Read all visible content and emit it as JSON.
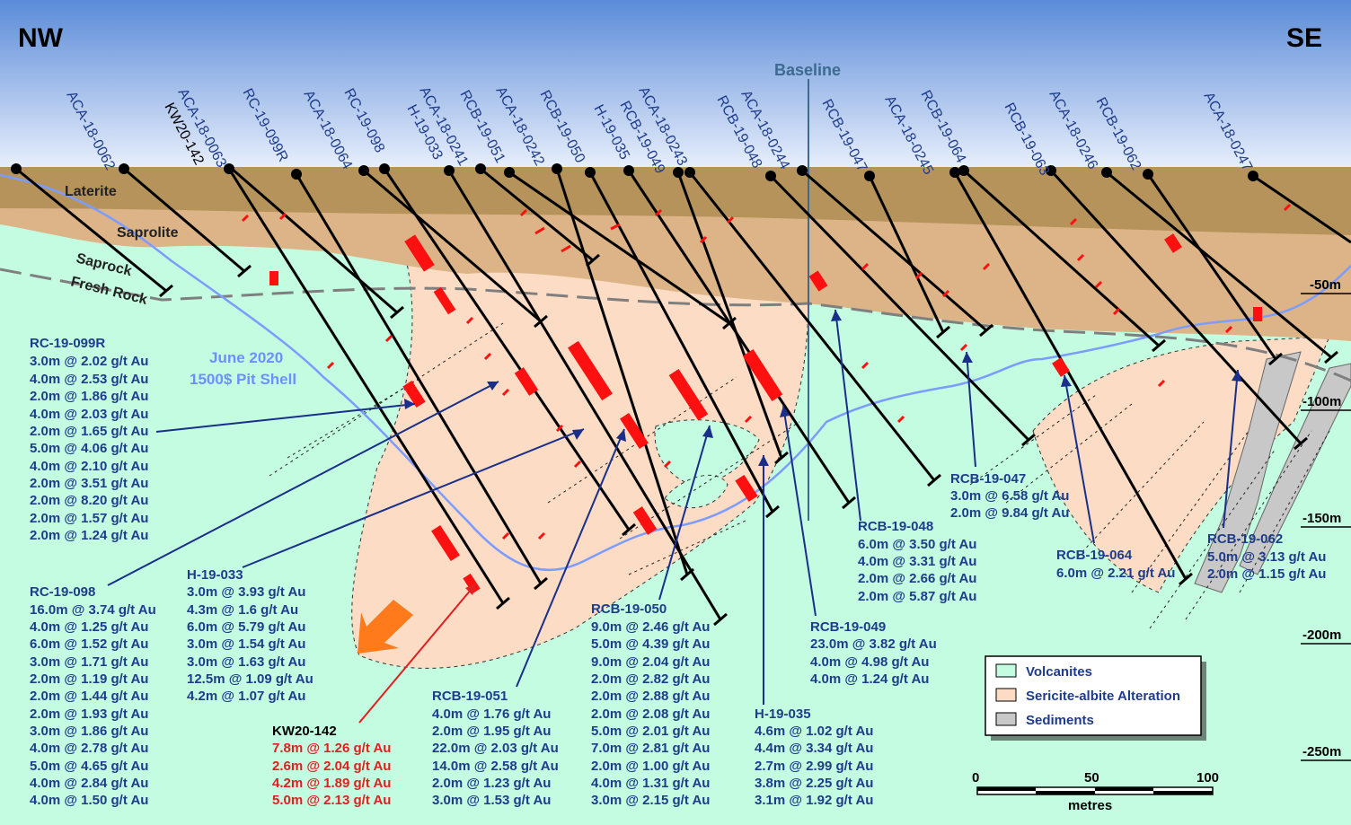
{
  "compass": {
    "left": "NW",
    "right": "SE"
  },
  "baseline_label": "Baseline",
  "layers": {
    "laterite": "Laterite",
    "saprolite": "Saprolite",
    "saprock": "Saprock",
    "fresh_rock": "Fresh Rock"
  },
  "pit_shell": {
    "line1": "June 2020",
    "line2": "1500$ Pit Shell"
  },
  "depth_labels": [
    "-50m",
    "-100m",
    "-150m",
    "-200m",
    "-250m"
  ],
  "collar_labels": [
    "ACA-18-0062",
    "ACA-18-0063",
    "KW20-142",
    "RC-19-099R",
    "ACA-18-0064",
    "RC-19-098",
    "H-19-033",
    "ACA-18-0241",
    "RCB-19-051",
    "ACA-18-0242",
    "RCB-19-050",
    "H-19-035",
    "RCB-19-049",
    "ACA-18-0243",
    "RCB-19-048",
    "ACA-18-0244",
    "RCB-19-047",
    "ACA-18-0245",
    "RCB-19-064",
    "RCB-19-063",
    "ACA-18-0246",
    "RCB-19-062",
    "ACA-18-0247"
  ],
  "callouts": {
    "rc099r": {
      "title": "RC-19-099R",
      "lines": [
        "3.0m @ 2.02 g/t Au",
        "4.0m @ 2.53 g/t Au",
        "2.0m @ 1.86 g/t Au",
        "4.0m @ 2.03 g/t Au",
        "2.0m @ 1.65 g/t Au",
        "5.0m @ 4.06 g/t Au",
        "4.0m @ 2.10 g/t Au",
        "2.0m @ 3.51 g/t Au",
        "2.0m @ 8.20 g/t Au",
        "2.0m @ 1.57 g/t Au",
        "2.0m @ 1.24 g/t Au"
      ]
    },
    "rc098": {
      "title": "RC-19-098",
      "lines": [
        "16.0m @ 3.74 g/t Au",
        "4.0m @ 1.25 g/t Au",
        "6.0m @ 1.52 g/t Au",
        "3.0m @ 1.71 g/t Au",
        "2.0m @ 1.19 g/t Au",
        "2.0m @ 1.44 g/t Au",
        "2.0m @ 1.93 g/t Au",
        "3.0m @ 1.86 g/t Au",
        "4.0m @ 2.78 g/t Au",
        "5.0m @ 4.65 g/t Au",
        "4.0m @ 2.84 g/t Au",
        "4.0m @ 1.50 g/t Au"
      ]
    },
    "h033": {
      "title": "H-19-033",
      "lines": [
        "3.0m @ 3.93 g/t Au",
        "4.3m @ 1.6 g/t Au",
        "6.0m @ 5.79 g/t Au",
        "3.0m @ 1.54 g/t Au",
        "3.0m @ 1.63 g/t Au",
        "12.5m @ 1.09 g/t Au",
        "4.2m @ 1.07 g/t Au"
      ]
    },
    "kw142": {
      "title": "KW20-142",
      "lines": [
        "7.8m @ 1.26 g/t Au",
        "2.6m @ 2.04 g/t Au",
        "4.2m @ 1.89 g/t Au",
        "5.0m @ 2.13 g/t Au"
      ]
    },
    "rcb051": {
      "title": "RCB-19-051",
      "lines": [
        "4.0m @ 1.76 g/t Au",
        "2.0m @ 1.95 g/t Au",
        "22.0m @ 2.03 g/t Au",
        "14.0m @ 2.58 g/t Au",
        "2.0m @ 1.23 g/t Au",
        "3.0m @ 1.53 g/t Au"
      ]
    },
    "rcb050": {
      "title": "RCB-19-050",
      "lines": [
        "9.0m @ 2.46 g/t Au",
        "5.0m @ 4.39 g/t Au",
        "9.0m @ 2.04 g/t Au",
        "2.0m @ 2.82 g/t Au",
        "2.0m @ 2.88 g/t Au",
        "2.0m @ 2.08 g/t Au",
        "5.0m @ 2.01 g/t Au",
        "7.0m @ 2.81 g/t Au",
        "2.0m @ 1.00 g/t Au",
        "4.0m @ 1.31 g/t Au",
        "3.0m @ 2.15 g/t Au"
      ]
    },
    "h035": {
      "title": "H-19-035",
      "lines": [
        "4.6m @ 1.02 g/t Au",
        "4.4m @ 3.34 g/t Au",
        "2.7m @ 2.99 g/t Au",
        "3.8m @ 2.25 g/t Au",
        "3.1m @ 1.92 g/t Au"
      ]
    },
    "rcb049": {
      "title": "RCB-19-049",
      "lines": [
        "23.0m @ 3.82 g/t Au",
        "4.0m @ 4.98 g/t Au",
        "4.0m @ 1.24 g/t Au"
      ]
    },
    "rcb048": {
      "title": "RCB-19-048",
      "lines": [
        "6.0m @ 3.50 g/t Au",
        "4.0m @ 3.31 g/t Au",
        "2.0m @ 2.66 g/t Au",
        "2.0m @ 5.87 g/t Au"
      ]
    },
    "rcb047": {
      "title": "RCB-19-047",
      "lines": [
        "3.0m @ 6.58 g/t Au",
        "2.0m @ 9.84 g/t Au"
      ]
    },
    "rcb064": {
      "title": "RCB-19-064",
      "lines": [
        "6.0m @ 2.21 g/t Au"
      ]
    },
    "rcb062": {
      "title": "RCB-19-062",
      "lines": [
        "5.0m @ 3.13 g/t Au",
        "2.0m @ 1.15 g/t Au"
      ]
    }
  },
  "legend": {
    "items": [
      "Volcanites",
      "Sericite-albite Alteration",
      "Sediments"
    ]
  },
  "scale_bar": {
    "ticks": [
      "0",
      "50",
      "100"
    ],
    "unit": "metres"
  },
  "colors": {
    "sky_top": "#5b8bd8",
    "sky_bottom": "#e4ecfa",
    "laterite": "#b5935a",
    "saprolite": "#dcb487",
    "volcanites": "#c4fce1",
    "alteration": "#fcdcc4",
    "sediments": "#c8c8c8",
    "mineral": "#ff1010",
    "pit_shell": "#7d9cff",
    "text_blue": "#1f3c8c",
    "kw_red": "#e02020",
    "arrow_orange": "#ff7a1a"
  }
}
